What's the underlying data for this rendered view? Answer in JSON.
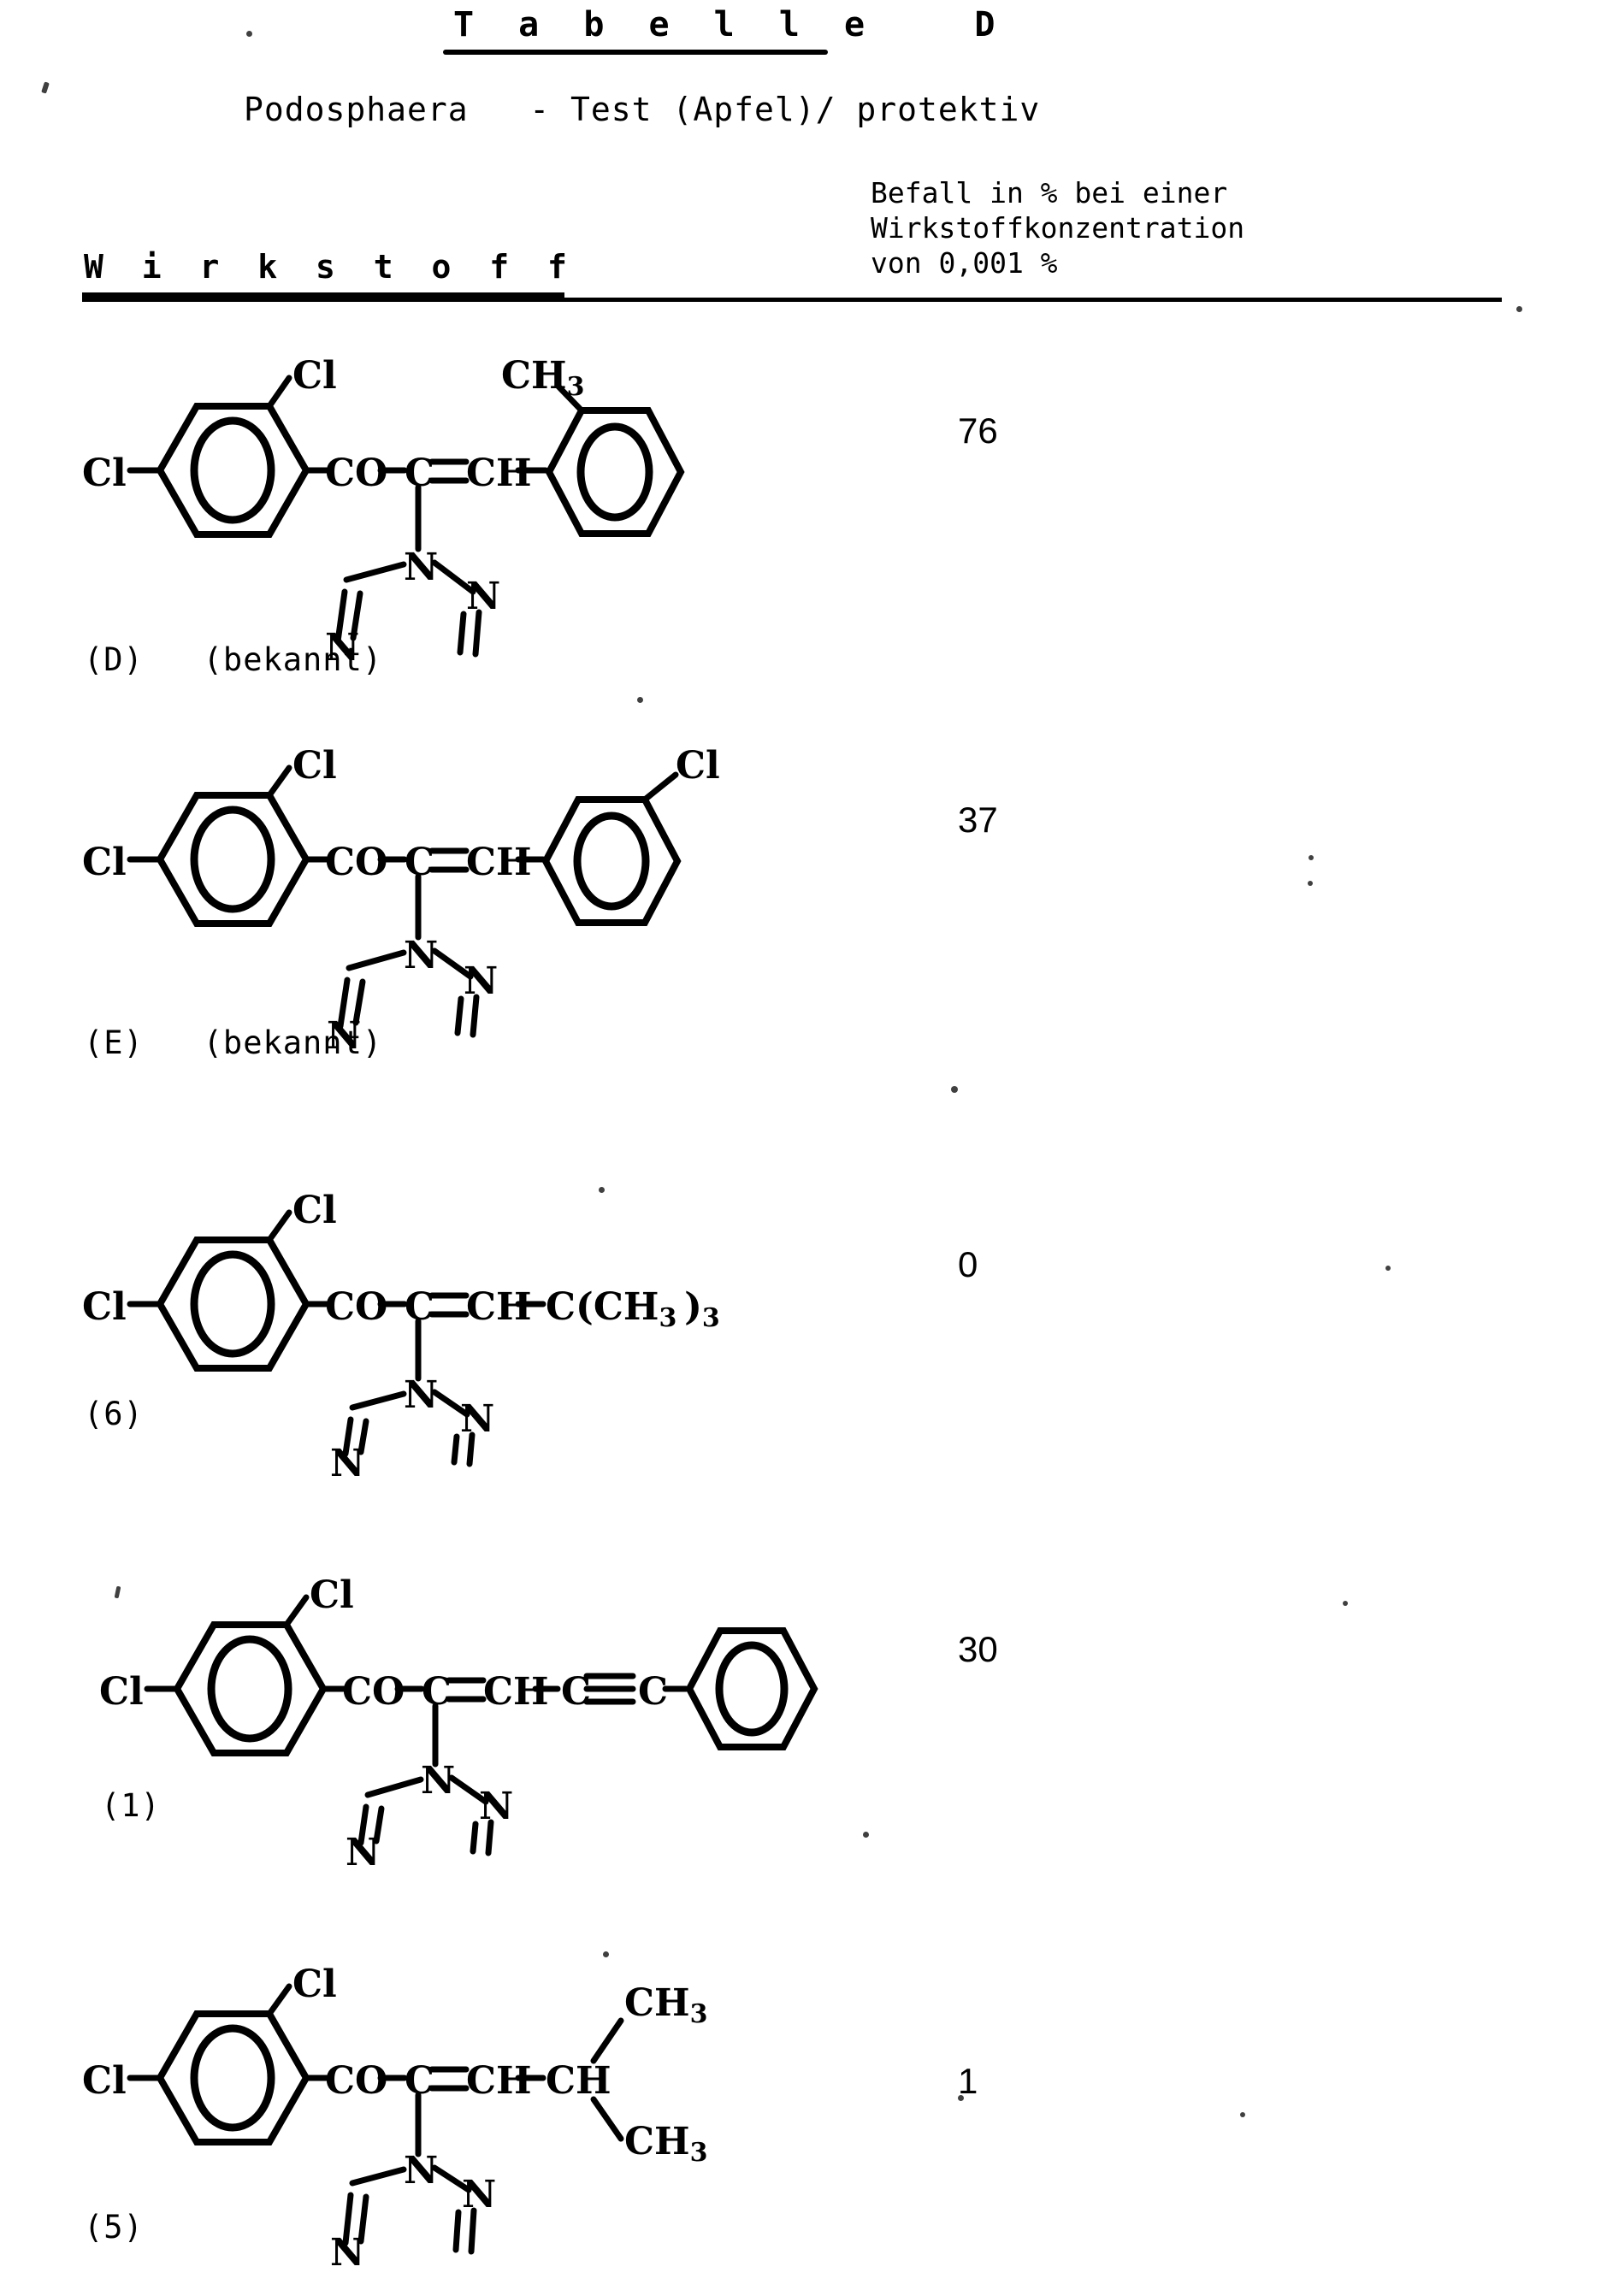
{
  "document": {
    "title": "T a b e l l e   D",
    "title_plain": "Tabelle D",
    "subtitle": "Podosphaera   - Test (Apfel)/ protektiv",
    "column_header_compound": "W i r k s t o f f",
    "column_header_value_line1": "Befall in % bei einer",
    "column_header_value_line2": "Wirkstoffkonzentration",
    "column_header_value_line3": "von 0,001 %"
  },
  "rows": [
    {
      "id": "row-d",
      "compound_label": "(D)",
      "compound_note": "(bekannt)",
      "caption": "(D)   (bekannt)",
      "value": "76",
      "structure": {
        "core": "2,4-dichlorophenyl-CO-C(1,2,4-triazol-1-yl)=CH-",
        "left_substituent_1": "Cl",
        "left_substituent_2": "Cl",
        "chain": "CO-C=CH",
        "right_group": "2-methylphenyl",
        "right_substituent": "CH3",
        "heterocycle_atoms": [
          "N",
          "N",
          "N"
        ]
      }
    },
    {
      "id": "row-e",
      "compound_label": "(E)",
      "compound_note": "(bekannt)",
      "caption": "(E)   (bekannt)",
      "value": "37",
      "structure": {
        "core": "2,4-dichlorophenyl-CO-C(1,2,4-triazol-1-yl)=CH-",
        "left_substituent_1": "Cl",
        "left_substituent_2": "Cl",
        "chain": "CO-C=CH",
        "right_group": "3-chlorophenyl",
        "right_substituent": "Cl",
        "heterocycle_atoms": [
          "N",
          "N",
          "N"
        ]
      }
    },
    {
      "id": "row-6",
      "compound_label": "(6)",
      "compound_note": "",
      "caption": "(6)",
      "value": "0",
      "structure": {
        "core": "2,4-dichlorophenyl-CO-C(1,2,4-triazol-1-yl)=CH-",
        "left_substituent_1": "Cl",
        "left_substituent_2": "Cl",
        "chain": "CO-C=CH-C(CH3)3",
        "right_group": "tert-butyl",
        "right_substituent": "C(CH3)3",
        "heterocycle_atoms": [
          "N",
          "N",
          "N"
        ]
      }
    },
    {
      "id": "row-1",
      "compound_label": "(1)",
      "compound_note": "",
      "caption": "(1)",
      "value": "30",
      "structure": {
        "core": "2,4-dichlorophenyl-CO-C(1,2,4-triazol-1-yl)=CH-",
        "left_substituent_1": "Cl",
        "left_substituent_2": "Cl",
        "chain": "CO-C=CH-C≡C-phenyl",
        "right_group": "phenylethynyl",
        "right_substituent": "C≡C",
        "heterocycle_atoms": [
          "N",
          "N",
          "N"
        ]
      }
    },
    {
      "id": "row-5",
      "compound_label": "(5)",
      "compound_note": "",
      "caption": "(5)",
      "value": "1",
      "structure": {
        "core": "2,4-dichlorophenyl-CO-C(1,2,4-triazol-1-yl)=CH-",
        "left_substituent_1": "Cl",
        "left_substituent_2": "Cl",
        "chain": "CO-C=CH-CH",
        "right_group": "isopropyl",
        "right_substituent_top": "CH3",
        "right_substituent_bottom": "CH3",
        "heterocycle_atoms": [
          "N",
          "N",
          "N"
        ]
      }
    }
  ],
  "labels": {
    "cl": "Cl",
    "co": "CO",
    "c": "C",
    "ch": "CH",
    "n": "N",
    "ch3": "CH",
    "ch3_sub": "3",
    "tbutyl_open": "C(CH",
    "tbutyl_close": ")",
    "tbutyl_sub3": "3",
    "tbutyl_outer3": "3"
  }
}
